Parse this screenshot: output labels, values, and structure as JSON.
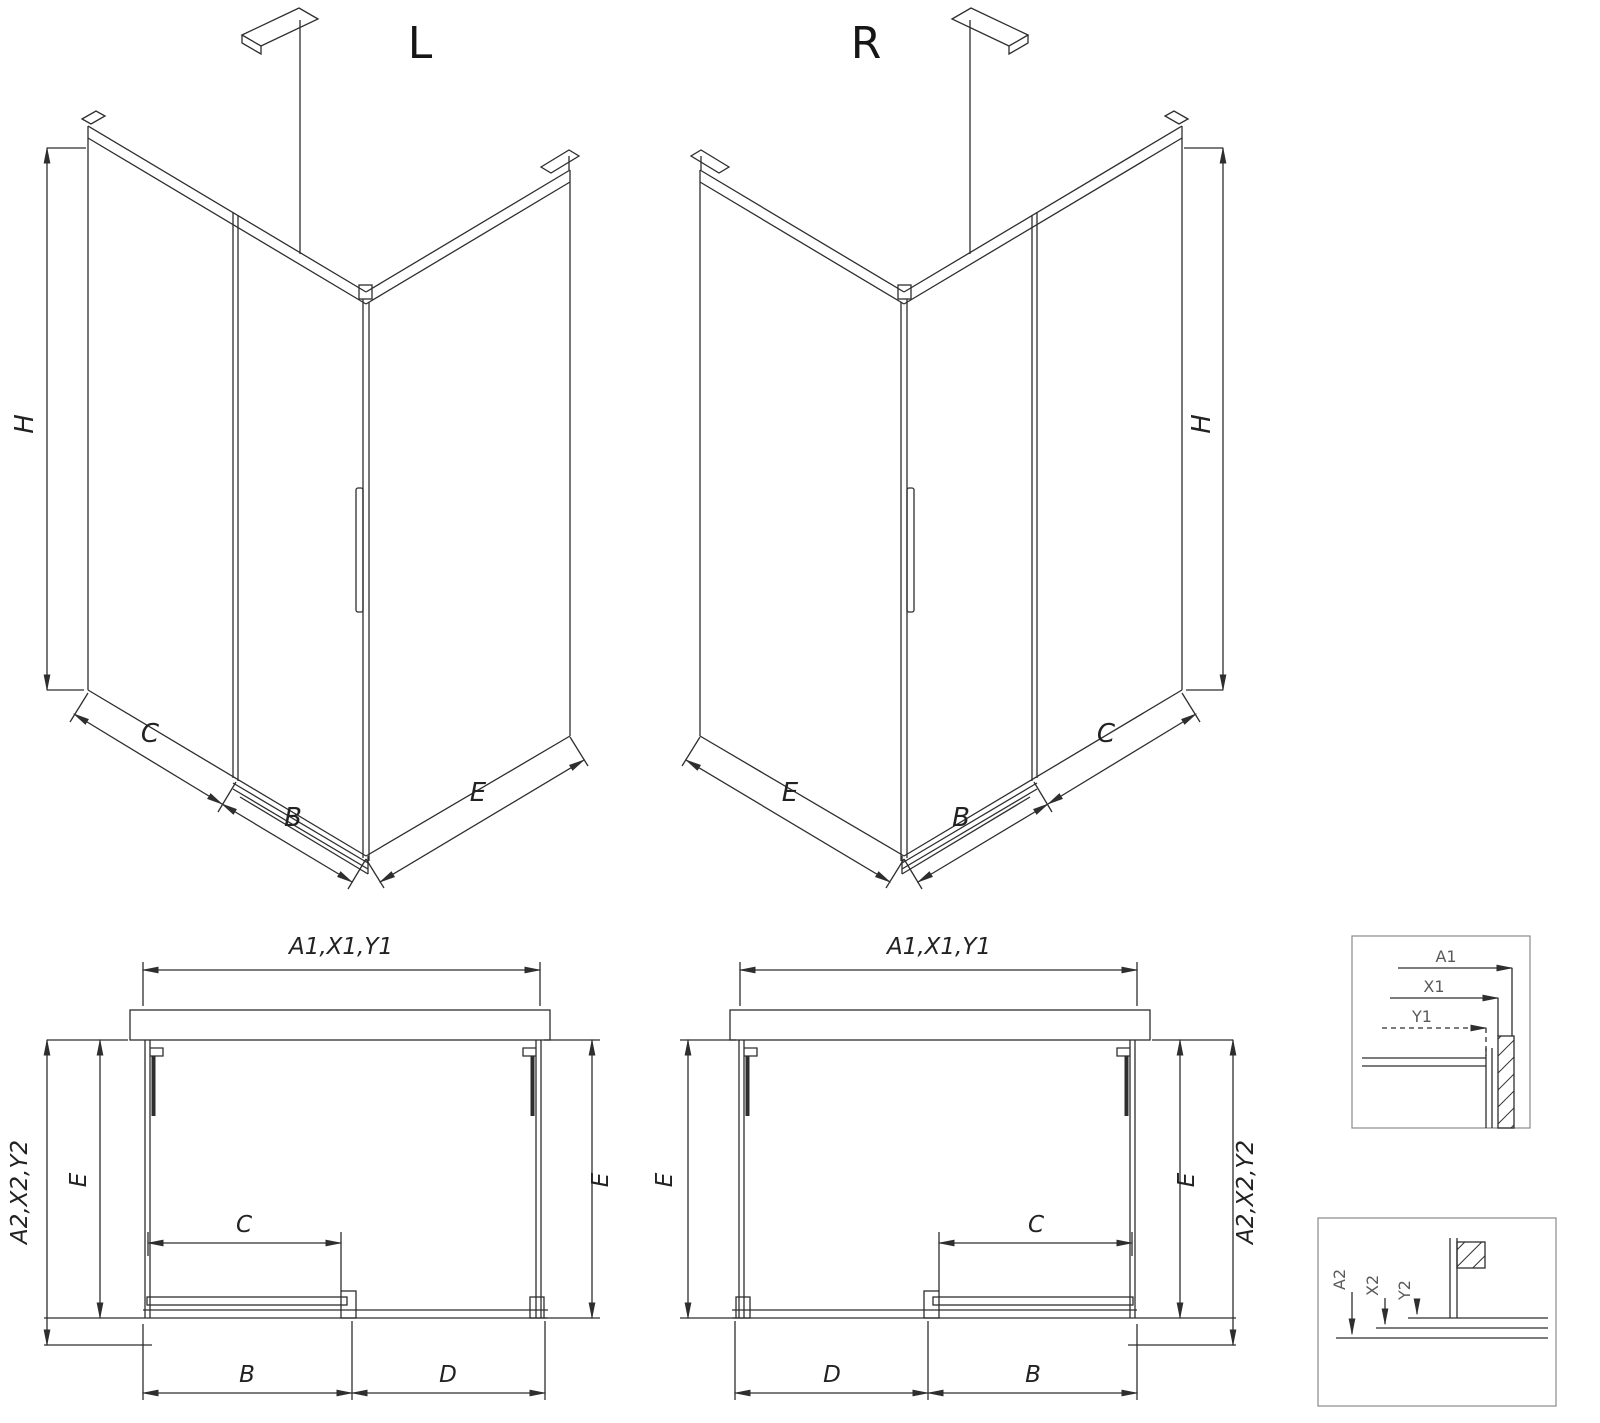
{
  "page": {
    "background": "#ffffff"
  },
  "colors": {
    "line": "#2e2e2e",
    "detail_text": "#5a5a5a"
  },
  "drawing": {
    "variant_left": "L",
    "variant_right": "R",
    "dims": {
      "h": "H",
      "b": "B",
      "c": "C",
      "d": "D",
      "e": "E"
    },
    "plan": {
      "top_width": "A1,X1,Y1",
      "side_depth": "A2,X2,Y2"
    },
    "details": {
      "a1": "A1",
      "x1": "X1",
      "y1": "Y1",
      "a2": "A2",
      "x2": "X2",
      "y2": "Y2"
    }
  }
}
